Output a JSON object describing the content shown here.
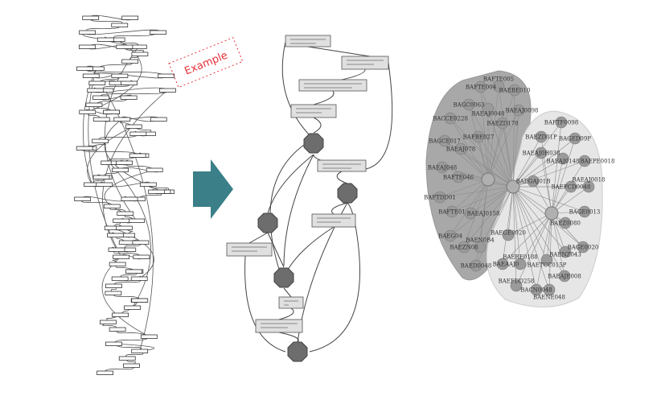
{
  "annotation": {
    "label": "Example",
    "color": "#e8303a"
  },
  "arrow": {
    "color": "#3b7f88"
  },
  "network": {
    "left_cluster_labels": [
      "BAFTE004",
      "BAFTE005",
      "BAEBE010",
      "BAGC0063",
      "BAEAJ0048",
      "BAEAJ0098",
      "BACCE0228",
      "BAEZD178",
      "BAFBE027",
      "BAGCE017",
      "BAEAJ078",
      "BAEAJ048",
      "BAFTE046",
      "BAFTDD01",
      "BAFTE01",
      "BAEAJ0158",
      "BAEG04",
      "BAEZN08",
      "BAEN0B4",
      "BAED0048"
    ],
    "right_cluster_labels": [
      "BAFTF0098",
      "BAEZD01P",
      "BAGED09P",
      "BAEAJ0H038",
      "BAEAJ0148",
      "BAEPE0018",
      "BAEGAJ01B",
      "BAEFCD0048",
      "BAEAJ0018",
      "BAGE0013",
      "BAEZ0080",
      "BAEGE0020",
      "BAGE0020",
      "BAENZ043",
      "BAEAAJ0",
      "BAERE0188",
      "BAETCC015P",
      "BAEAJE008",
      "BACN0048",
      "BAENE048",
      "BAEFDD258"
    ],
    "colors": {
      "left_cluster": "#a8a8a8",
      "right_cluster": "#e6e6e6",
      "node": "#9a9a9a",
      "edge": "#8c8c8c"
    }
  }
}
